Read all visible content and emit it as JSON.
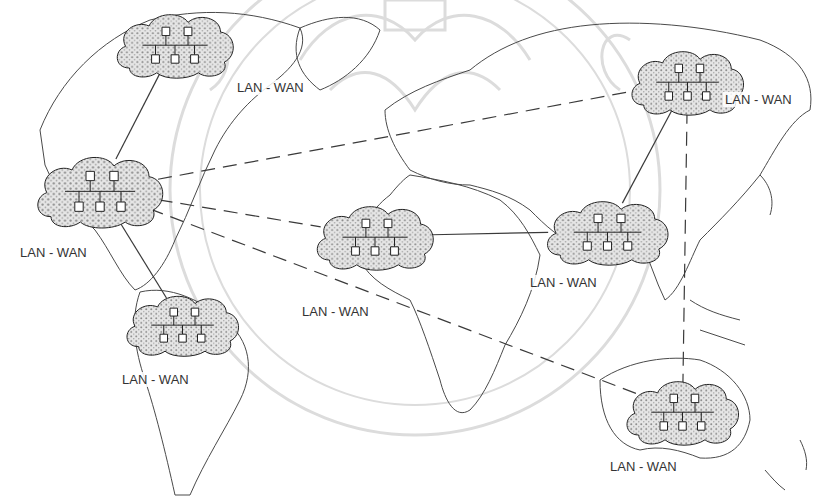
{
  "diagram": {
    "nodes": [
      {
        "text": [
          "LAN - WAN"
        ]
      },
      {
        "text": [
          "LAN - WAN"
        ]
      },
      {
        "text": [
          "LAN - WAN"
        ]
      },
      {
        "text": [
          "LAN - WAN"
        ]
      },
      {
        "text": [
          "LAN - WAN"
        ]
      },
      {
        "text": [
          "LAN - WAN"
        ]
      },
      {
        "text": [
          "LAN - WAN"
        ]
      }
    ],
    "edges": [
      {
        "from": 0,
        "to": 1,
        "arrow": "none"
      },
      {
        "from": 1,
        "to": 2,
        "arrow": "none"
      },
      {
        "from": 1,
        "to": 4,
        "arrow": "none"
      },
      {
        "from": 1,
        "to": 3,
        "arrow": "none"
      },
      {
        "from": 1,
        "to": 6,
        "arrow": "none"
      },
      {
        "from": 3,
        "to": 5,
        "arrow": "none"
      },
      {
        "from": 5,
        "to": 4,
        "arrow": "none"
      },
      {
        "from": 4,
        "to": 6,
        "arrow": "none"
      }
    ]
  }
}
